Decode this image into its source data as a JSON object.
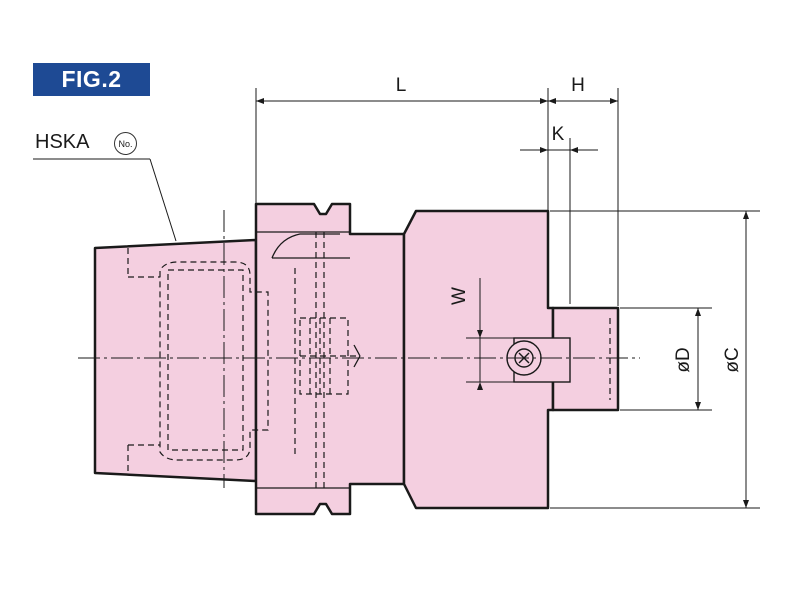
{
  "figure": {
    "badge": "FIG.2",
    "model": "HSKA",
    "number_mark": "No."
  },
  "dimensions": {
    "L": "L",
    "H": "H",
    "K": "K",
    "W": "W",
    "D": "øD",
    "C": "øC"
  },
  "colors": {
    "body_fill": "#f4cfe0",
    "outline": "#1a1a1a",
    "badge_bg": "#1e4a94",
    "badge_text": "#ffffff"
  }
}
